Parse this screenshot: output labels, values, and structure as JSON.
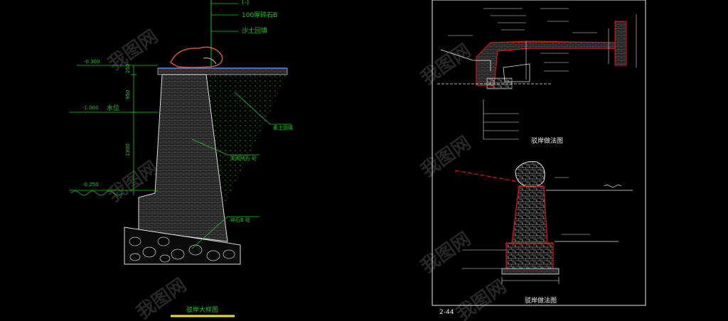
{
  "left_drawing": {
    "labels": {
      "top_partial": "(-)",
      "stone_b": "100厚碎石B",
      "backfill_top": "沙土回填",
      "elev_top": "-0.300",
      "elev_water": "-1.000",
      "water_label": "水位",
      "elev_bottom": "-0.250",
      "dim_top": "250",
      "dim_mid": "950",
      "dim_low": "1300",
      "soil_note": "素土回填",
      "wall_note": "浆砌块石 砼",
      "base_note": "碎石B 砼"
    },
    "title": "驳岸大样图"
  },
  "right_drawing": {
    "top_title": "驳岸做法图",
    "bottom_title": "驳岸做法图",
    "page_no": "2-44"
  },
  "watermark": {
    "text": "我图网"
  },
  "colors": {
    "background": "#000000",
    "line_green": "#22c522",
    "line_white": "#e8e8e8",
    "accent_red": "#e01010",
    "accent_yellow": "#f0e020",
    "rock_orange": "#c8602a"
  }
}
